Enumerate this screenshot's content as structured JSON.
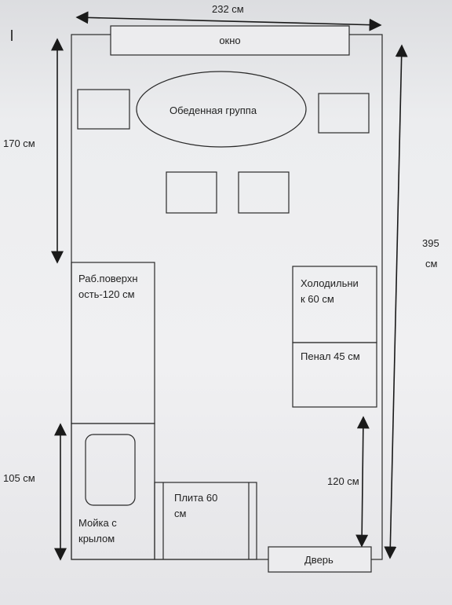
{
  "labels": {
    "width_dim": "232 см",
    "window": "окно",
    "dining_group": "Обеденная группа",
    "left_top_dim": "170 см",
    "right_total_dim_value": "395",
    "right_total_dim_unit": "см",
    "countertop": "Раб.поверхн\nость-120 см",
    "fridge": "Холодильни\nк 60 см",
    "pencil_case": "Пенал 45 см",
    "left_bottom_dim": "105 см",
    "right_bottom_dim": "120 см",
    "stove": "Плита 60\nсм",
    "sink": "Мойка с\nкрылом",
    "door": "Дверь",
    "corner_mark": "I"
  },
  "colors": {
    "line": "#2a2a2a",
    "background": "#ececee"
  }
}
